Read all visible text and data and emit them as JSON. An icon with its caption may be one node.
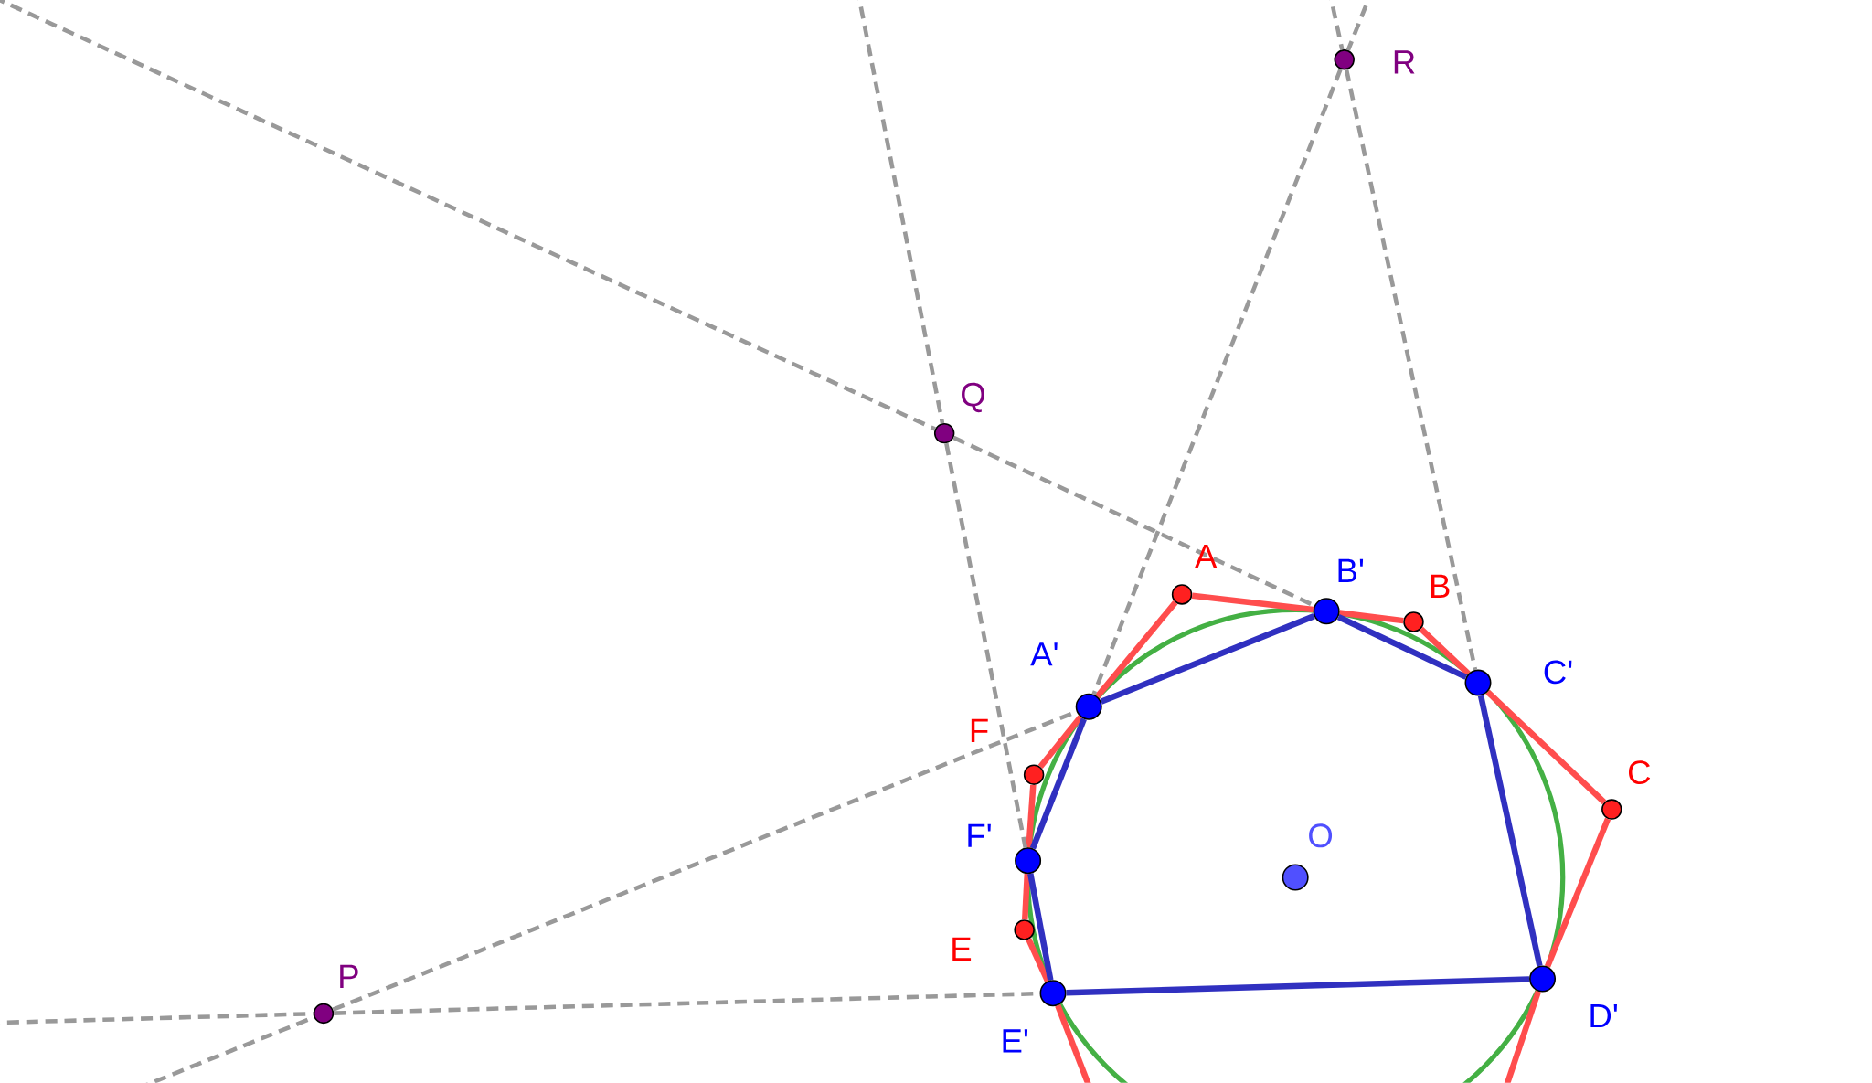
{
  "diagram": {
    "nodes": [
      {
        "text": [],
        "shape": "circle",
        "beside": [
          "R"
        ]
      },
      {
        "text": [],
        "shape": "circle",
        "beside": [
          "Q"
        ]
      },
      {
        "text": [],
        "shape": "circle",
        "beside": [
          "A"
        ]
      },
      {
        "text": [],
        "shape": "circle",
        "beside": [
          "B'"
        ]
      },
      {
        "text": [],
        "shape": "circle",
        "beside": [
          "B"
        ]
      },
      {
        "text": [],
        "shape": "circle",
        "beside": [
          "A'"
        ]
      },
      {
        "text": [],
        "shape": "circle",
        "beside": [
          "C'"
        ]
      },
      {
        "text": [],
        "shape": "circle",
        "beside": [
          "F"
        ]
      },
      {
        "text": [],
        "shape": "circle",
        "beside": [
          "C"
        ]
      },
      {
        "text": [],
        "shape": "circle",
        "beside": [
          "F'"
        ]
      },
      {
        "text": [],
        "shape": "circle",
        "beside": [
          "O"
        ]
      },
      {
        "text": [],
        "shape": "circle",
        "beside": [
          "E"
        ]
      },
      {
        "text": [],
        "shape": "circle",
        "beside": [
          "P"
        ]
      },
      {
        "text": [],
        "shape": "circle",
        "beside": [
          "E'"
        ]
      },
      {
        "text": [],
        "shape": "circle",
        "beside": [
          "D'"
        ]
      }
    ],
    "edges": [
      {
        "from": 7,
        "to": 5,
        "arrow": "none",
        "color": "#ff4d4d"
      },
      {
        "from": 5,
        "to": 2,
        "arrow": "none",
        "color": "#ff4d4d"
      },
      {
        "from": 2,
        "to": 3,
        "arrow": "none",
        "color": "#ff4d4d"
      },
      {
        "from": 3,
        "to": 4,
        "arrow": "none",
        "color": "#ff4d4d"
      },
      {
        "from": 4,
        "to": 6,
        "arrow": "none",
        "color": "#ff4d4d"
      },
      {
        "from": 6,
        "to": 8,
        "arrow": "none",
        "color": "#ff4d4d"
      },
      {
        "from": 8,
        "to": 14,
        "arrow": "none",
        "color": "#ff4d4d"
      },
      {
        "from": 14,
        "to": null,
        "arrow": "none",
        "color": "#ff4d4d"
      },
      {
        "from": 11,
        "to": 13,
        "arrow": "none",
        "color": "#ff4d4d"
      },
      {
        "from": 13,
        "to": null,
        "arrow": "none",
        "color": "#ff4d4d"
      },
      {
        "from": 11,
        "to": 9,
        "arrow": "none",
        "color": "#ff4d4d"
      },
      {
        "from": 9,
        "to": 7,
        "arrow": "none",
        "color": "#ff4d4d"
      },
      {
        "from": 5,
        "to": 3,
        "arrow": "none",
        "color": "#3030c0"
      },
      {
        "from": 3,
        "to": 6,
        "arrow": "none",
        "color": "#3030c0"
      },
      {
        "from": 6,
        "to": 14,
        "arrow": "none",
        "color": "#3030c0"
      },
      {
        "from": 14,
        "to": 13,
        "arrow": "none",
        "color": "#3030c0"
      },
      {
        "from": 13,
        "to": 9,
        "arrow": "none",
        "color": "#3030c0"
      },
      {
        "from": 9,
        "to": 5,
        "arrow": "none",
        "color": "#3030c0"
      },
      {
        "from": 12,
        "to": 13,
        "arrow": "none",
        "style": "dashed",
        "color": "#999999"
      },
      {
        "from": null,
        "to": 12,
        "arrow": "none",
        "style": "dashed",
        "color": "#999999"
      },
      {
        "from": 12,
        "to": 5,
        "arrow": "none",
        "style": "dashed",
        "color": "#999999"
      },
      {
        "from": null,
        "to": 12,
        "arrow": "none",
        "style": "dashed",
        "color": "#999999"
      },
      {
        "from": 1,
        "to": 3,
        "arrow": "none",
        "style": "dashed",
        "color": "#999999"
      },
      {
        "from": null,
        "to": 1,
        "arrow": "none",
        "style": "dashed",
        "color": "#999999"
      },
      {
        "from": 1,
        "to": 9,
        "arrow": "none",
        "style": "dashed",
        "color": "#999999"
      },
      {
        "from": null,
        "to": 1,
        "arrow": "none",
        "style": "dashed",
        "color": "#999999"
      },
      {
        "from": 0,
        "to": 5,
        "arrow": "none",
        "style": "dashed",
        "color": "#999999"
      },
      {
        "from": null,
        "to": 0,
        "arrow": "none",
        "style": "dashed",
        "color": "#999999"
      },
      {
        "from": 0,
        "to": 6,
        "arrow": "none",
        "style": "dashed",
        "color": "#999999"
      },
      {
        "from": null,
        "to": 0,
        "arrow": "none",
        "style": "dashed",
        "color": "#999999"
      }
    ]
  }
}
